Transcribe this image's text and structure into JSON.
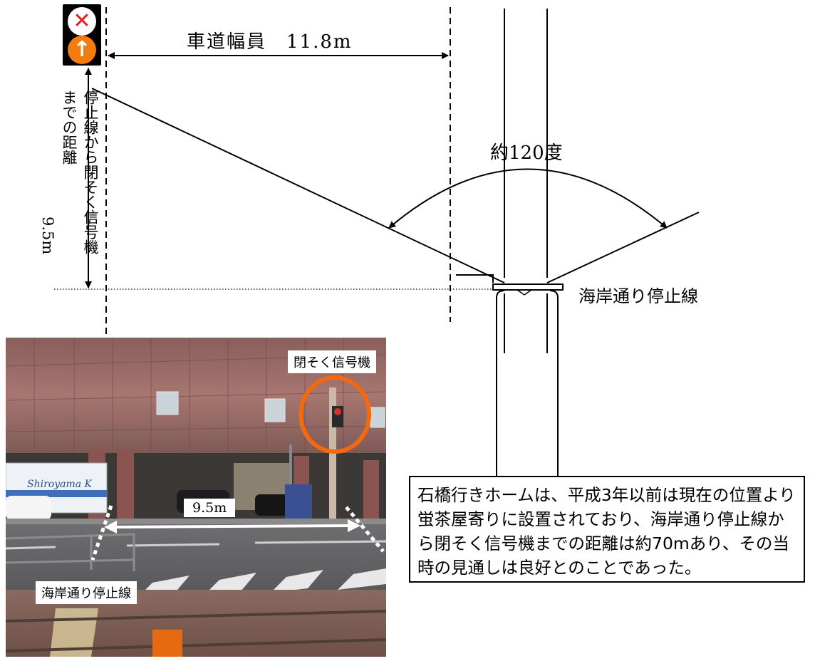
{
  "diagram": {
    "road_width_label": "車道幅員　11.8m",
    "angle_label": "約120度",
    "stop_line_label": "海岸通り停止線",
    "vertical_label_line1": "停止線から閉そく信号機",
    "vertical_label_line2": "までの距離",
    "vertical_label_value": "9.5m",
    "signal_icons": [
      "cross-icon",
      "up-arrow-icon"
    ],
    "signal_colors": {
      "box": "#000000",
      "red": "#e51c1c",
      "orange": "#f27c0f"
    }
  },
  "photo": {
    "signal_tag": "閉そく信号機",
    "distance_tag": "9.5m",
    "stopline_tag": "海岸通り停止線",
    "bus_text": "Shiroyama K",
    "highlight_color": "#f26a0d"
  },
  "note": {
    "text": "石橋行きホームは、平成3年以前は現在の位置より蛍茶屋寄りに設置されており、海岸通り停止線から閉そく信号機までの距離は約70mあり、その当時の見通しは良好とのことであった。"
  }
}
